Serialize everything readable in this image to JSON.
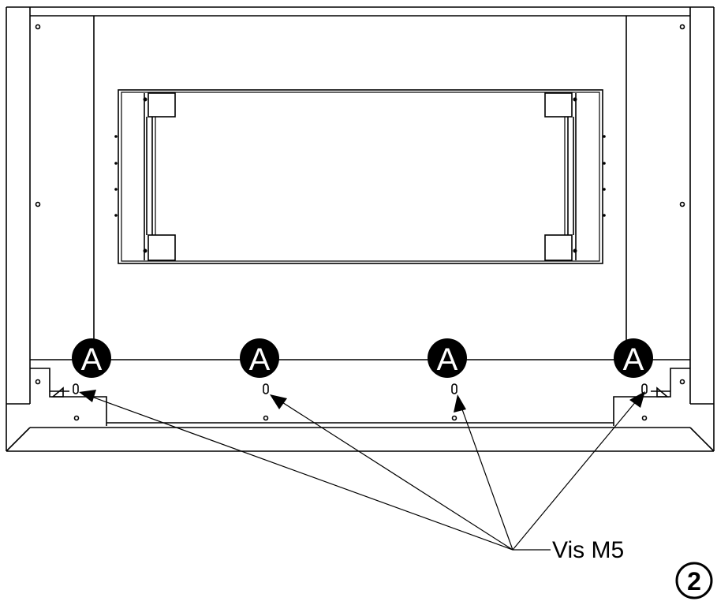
{
  "diagram": {
    "badge_letter": "A",
    "callout_label": "Vis M5",
    "step_number": "2",
    "colors": {
      "line": "#000000",
      "background": "#ffffff"
    }
  }
}
